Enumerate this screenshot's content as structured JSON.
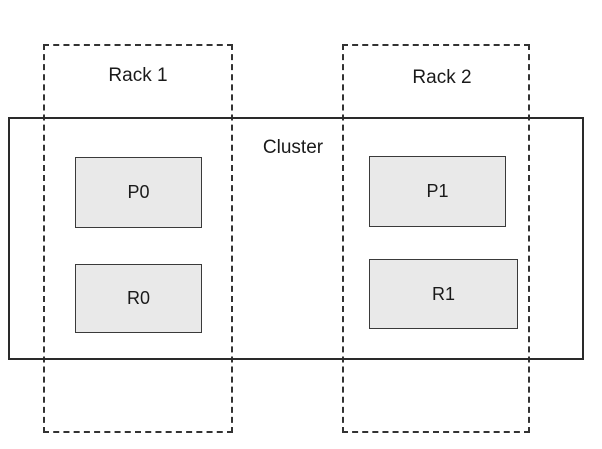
{
  "diagram": {
    "cluster": {
      "label": "Cluster"
    },
    "racks": [
      {
        "label": "Rack 1"
      },
      {
        "label": "Rack 2"
      }
    ],
    "partitions": [
      {
        "label": "P0"
      },
      {
        "label": "R0"
      },
      {
        "label": "P1"
      },
      {
        "label": "R1"
      }
    ]
  }
}
